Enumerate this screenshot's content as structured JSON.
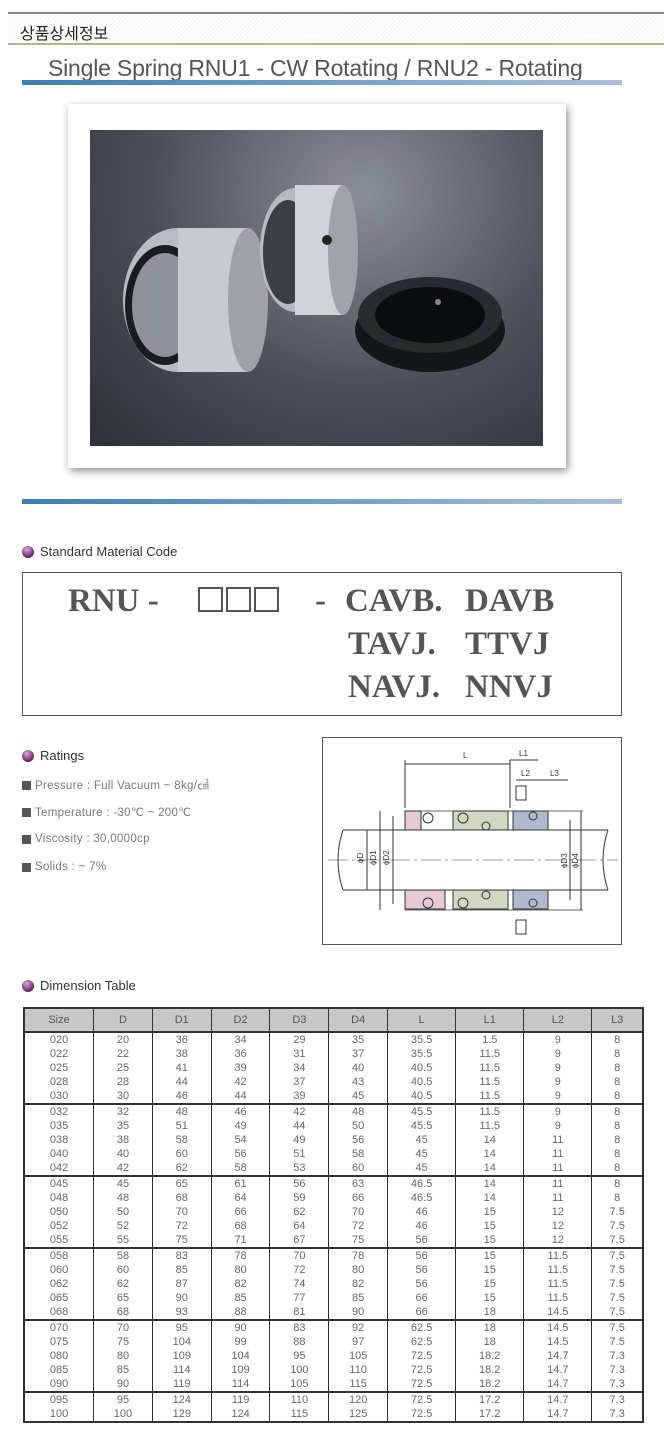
{
  "header": {
    "section": "상품상세정보",
    "title": "Single Spring RNU1 - CW Rotating /  RNU2 - Rotating"
  },
  "material": {
    "heading": "Standard Material Code",
    "prefix": "RNU -",
    "dash": "-",
    "codes": [
      [
        "CAVB.",
        "DAVB"
      ],
      [
        "TAVJ.",
        "TTVJ"
      ],
      [
        "NAVJ.",
        "NNVJ"
      ]
    ]
  },
  "ratings": {
    "heading": "Ratings",
    "items": [
      "Pressure : Full Vacuum ~ 8kg/㎠",
      "Temperature : -30℃ ~ 200℃",
      "Viscosity : 30,0000cp",
      "Solids : ~ 7%"
    ]
  },
  "diagram": {
    "labels": {
      "L": "L",
      "L1": "L1",
      "L2": "L2",
      "L3": "L3",
      "D": "ϕD",
      "D1": "ϕD1",
      "D2": "ϕD2",
      "D3": "ϕD3",
      "D4": "ϕD4"
    }
  },
  "dimension": {
    "heading": "Dimension Table",
    "columns": [
      "Size",
      "D",
      "D1",
      "D2",
      "D3",
      "D4",
      "L",
      "L1",
      "L2",
      "L3"
    ],
    "groups": [
      [
        [
          "020",
          "20",
          "36",
          "34",
          "29",
          "35",
          "35.5",
          "1.5",
          "9",
          "8"
        ],
        [
          "022",
          "22",
          "38",
          "36",
          "31",
          "37",
          "35.5",
          "11.5",
          "9",
          "8"
        ],
        [
          "025",
          "25",
          "41",
          "39",
          "34",
          "40",
          "40.5",
          "11.5",
          "9",
          "8"
        ],
        [
          "028",
          "28",
          "44",
          "42",
          "37",
          "43",
          "40.5",
          "11.5",
          "9",
          "8"
        ],
        [
          "030",
          "30",
          "46",
          "44",
          "39",
          "45",
          "40.5",
          "11.5",
          "9",
          "8"
        ]
      ],
      [
        [
          "032",
          "32",
          "48",
          "46",
          "42",
          "48",
          "45.5",
          "11.5",
          "9",
          "8"
        ],
        [
          "035",
          "35",
          "51",
          "49",
          "44",
          "50",
          "45.5",
          "11.5",
          "9",
          "8"
        ],
        [
          "038",
          "38",
          "58",
          "54",
          "49",
          "56",
          "45",
          "14",
          "11",
          "8"
        ],
        [
          "040",
          "40",
          "60",
          "56",
          "51",
          "58",
          "45",
          "14",
          "11",
          "8"
        ],
        [
          "042",
          "42",
          "62",
          "58",
          "53",
          "60",
          "45",
          "14",
          "11",
          "8"
        ]
      ],
      [
        [
          "045",
          "45",
          "65",
          "61",
          "56",
          "63",
          "46.5",
          "14",
          "11",
          "8"
        ],
        [
          "048",
          "48",
          "68",
          "64",
          "59",
          "66",
          "46.5",
          "14",
          "11",
          "8"
        ],
        [
          "050",
          "50",
          "70",
          "66",
          "62",
          "70",
          "46",
          "15",
          "12",
          "7.5"
        ],
        [
          "052",
          "52",
          "72",
          "68",
          "64",
          "72",
          "46",
          "15",
          "12",
          "7.5"
        ],
        [
          "055",
          "55",
          "75",
          "71",
          "67",
          "75",
          "56",
          "15",
          "12",
          "7.5"
        ]
      ],
      [
        [
          "058",
          "58",
          "83",
          "78",
          "70",
          "78",
          "56",
          "15",
          "11.5",
          "7.5"
        ],
        [
          "060",
          "60",
          "85",
          "80",
          "72",
          "80",
          "56",
          "15",
          "11.5",
          "7.5"
        ],
        [
          "062",
          "62",
          "87",
          "82",
          "74",
          "82",
          "56",
          "15",
          "11.5",
          "7.5"
        ],
        [
          "065",
          "65",
          "90",
          "85",
          "77",
          "85",
          "66",
          "15",
          "11.5",
          "7.5"
        ],
        [
          "068",
          "68",
          "93",
          "88",
          "81",
          "90",
          "66",
          "18",
          "14.5",
          "7.5"
        ]
      ],
      [
        [
          "070",
          "70",
          "95",
          "90",
          "83",
          "92",
          "62.5",
          "18",
          "14.5",
          "7.5"
        ],
        [
          "075",
          "75",
          "104",
          "99",
          "88",
          "97",
          "62.5",
          "18",
          "14.5",
          "7.5"
        ],
        [
          "080",
          "80",
          "109",
          "104",
          "95",
          "105",
          "72.5",
          "18.2",
          "14.7",
          "7.3"
        ],
        [
          "085",
          "85",
          "114",
          "109",
          "100",
          "110",
          "72.5",
          "18.2",
          "14.7",
          "7.3"
        ],
        [
          "090",
          "90",
          "119",
          "114",
          "105",
          "115",
          "72.5",
          "18.2",
          "14.7",
          "7.3"
        ]
      ],
      [
        [
          "095",
          "95",
          "124",
          "119",
          "110",
          "120",
          "72.5",
          "17.2",
          "14.7",
          "7.3"
        ],
        [
          "100",
          "100",
          "129",
          "124",
          "115",
          "125",
          "72.5",
          "17.2",
          "14.7",
          "7.3"
        ]
      ]
    ]
  }
}
